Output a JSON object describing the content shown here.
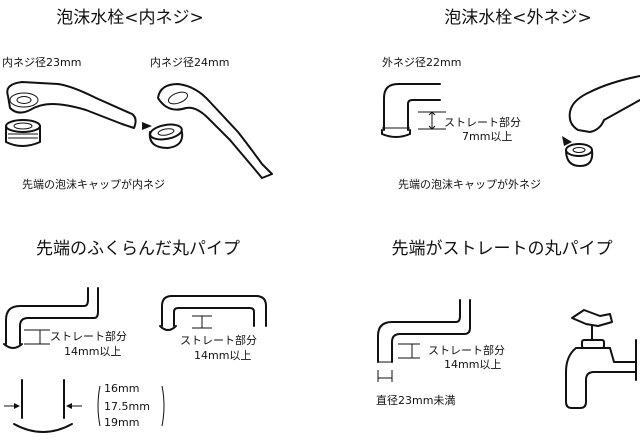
{
  "sections": {
    "inner_thread": {
      "title": "泡沫水栓<内ネジ>",
      "label_23": "内ネジ径23mm",
      "label_24": "内ネジ径24mm",
      "caption": "先端の泡沫キャップが内ネジ"
    },
    "outer_thread": {
      "title": "泡沫水栓<外ネジ>",
      "label_22": "外ネジ径22mm",
      "straight_label": "ストレート部分",
      "straight_len": "7mm以上",
      "caption": "先端の泡沫キャップが外ネジ"
    },
    "flared_pipe": {
      "title": "先端のふくらんだ丸パイプ",
      "straight_label_a": "ストレート部分",
      "straight_len_a": "14mm以上",
      "straight_label_b": "ストレート部分",
      "straight_len_b": "14mm以上",
      "diameters": [
        "16mm",
        "17.5mm",
        "19mm"
      ]
    },
    "straight_pipe": {
      "title": "先端がストレートの丸パイプ",
      "straight_label": "ストレート部分",
      "straight_len": "14mm以上",
      "diameter_label": "直径23mm未満"
    }
  },
  "icons": [
    "faucet-inner-23-icon",
    "faucet-inner-24-icon",
    "faucet-outer-icon",
    "pipe-bent-icon",
    "pipe-u-icon",
    "pipe-end-icon",
    "pipe-straight-icon",
    "wall-tap-icon"
  ]
}
